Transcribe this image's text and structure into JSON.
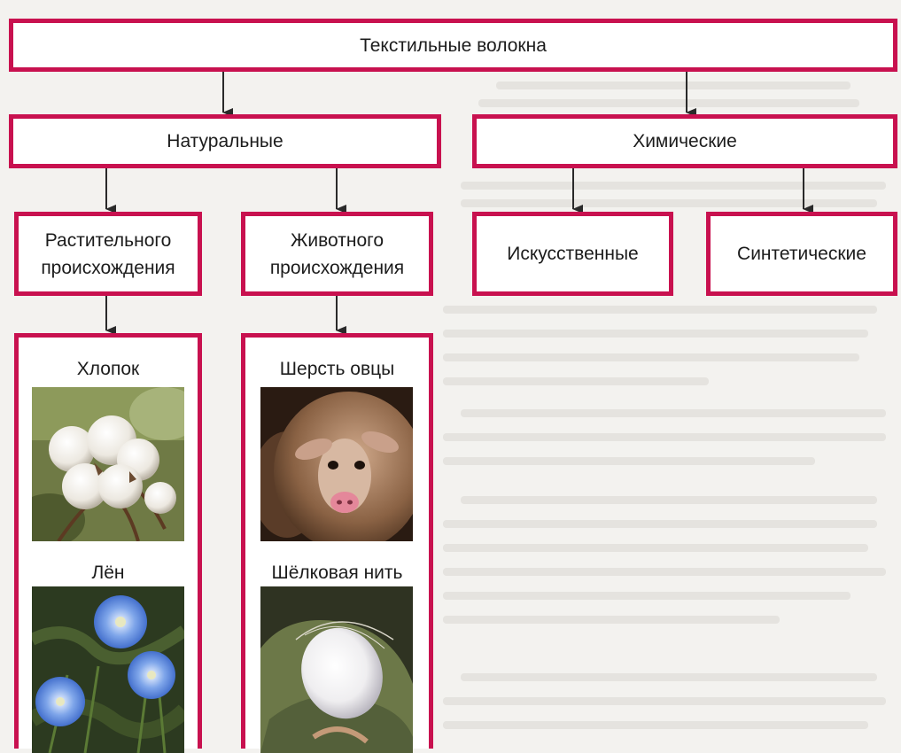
{
  "diagram": {
    "root": {
      "label": "Текстильные волокна"
    },
    "natural": {
      "label": "Натуральные",
      "plant": {
        "label": "Растительного происхождения",
        "items": [
          "Хлопок",
          "Лён"
        ]
      },
      "animal": {
        "label": "Животного происхождения",
        "items": [
          "Шерсть овцы",
          "Шёлковая нить"
        ]
      }
    },
    "chemical": {
      "label": "Химические",
      "children": [
        "Искусственные",
        "Синтетические"
      ]
    }
  },
  "colors": {
    "box_border": "#c8114f",
    "arrow": "#2a2a2a",
    "background": "#f3f2ef"
  }
}
